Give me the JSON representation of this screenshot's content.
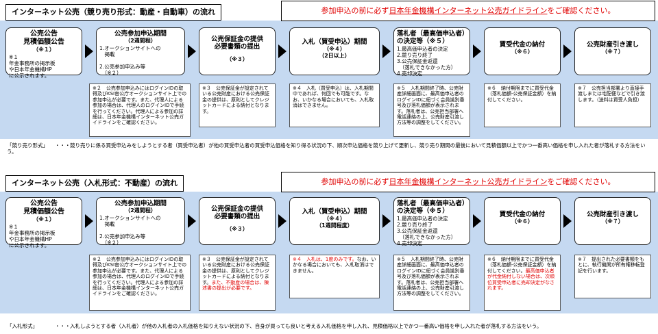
{
  "guide_text": "参加申込の前に必ず",
  "guide_link": "日本年金機構インターネット公売ガイドライン",
  "guide_tail": "をご確認ください。",
  "section1": {
    "title": "インターネット公売（競り売り形式：動産・自動車）の流れ",
    "steps": [
      {
        "title": "公売公告\n見積価額公告",
        "sub": "（※１）",
        "body": "※１\n年金事務所の掲示板\nや日本年金機構HP\nに公示されます。"
      },
      {
        "title": "公売参加申込期間",
        "sub": "（2週間程）",
        "body": "1.オークションサイトへの\n　掲載\n\n2.公売参加申込み等\n　（※２）"
      },
      {
        "title": "公売保証金の提供\n必要書類の提出",
        "sub": "（※３）",
        "body": ""
      },
      {
        "title": "入札（買受申込）期間",
        "sub": "（※４）",
        "body": "（2日以上）"
      },
      {
        "title": "落札者（最高価申込者）の決定等（※５）",
        "sub": "",
        "body": "1.最高価申込者の決定\n2.競り売り終了\n3.公売保証金返還\n　（落札できなかった方）\n4.売却決定"
      },
      {
        "title": "買受代金の納付",
        "sub": "（※６）",
        "body": ""
      },
      {
        "title": "公売財産引き渡し",
        "sub": "（※７）",
        "body": ""
      }
    ],
    "notes": [
      "※２　公売参加申込みにはログインIDの取得及びKSI官公庁オークションサイト上での参加申込が必要です。また、代理人による参加の場合は、代理人のログインIDで手続を行ってください。代理人による参加の詳細は、日本年金機構インターネット公売ガイドラインをご確認ください。",
      "※３　公売保証金が設定されている公売財産における公売保証金の提供は、原則としてクレジットカードによる納付となります。",
      "※４　入札（買受申込）は、入札期間中であれば、何回でも可能です。なお、いかなる場合においても、入札取消はできません。",
      "※５　入札期間終了時、公売財産詳細画面に、最高価申込者のログインIDに紐づく会員識別番号及び落札価額が表示されます。落札者は、公売担当部署へ電話連絡の上、公売財産引渡し方法等の調整をしてください。",
      "※６　納付期限までに買受代金（落札価額-公売保証金額）を納付してください。",
      "※７　公売担当部署より直接手渡しまたは宅配便などで引き渡します。（送料は買受人負担）"
    ],
    "footer_label": "「競り売り形式」",
    "footer_dots": "・・・",
    "footer_text": "競り売りに係る買受申込みをしようとする者（買受申込者）が他の買受申込者の買受申込価格を知り得る状況の下、順次申込価格を競り上げて更新し、競り売り期間の最後において見積価額以上でかつ一番高い価格を申し入れた者が落札する方法をいう。"
  },
  "section2": {
    "title": "インターネット公売（入札形式：不動産）の流れ",
    "steps": [
      {
        "title": "公売公告\n見積価額公告",
        "sub": "（※１）",
        "body": "※１\n年金事務所の掲示板\nや日本年金機構HP\nに公示されます。"
      },
      {
        "title": "公売参加申込期間",
        "sub": "（2週間程）",
        "body": "1.オークションサイトへの\n　掲載\n\n2.公売参加申込み等\n　（※２）"
      },
      {
        "title": "公売保証金の提供\n必要書類の提出",
        "sub": "（※３）",
        "body": ""
      },
      {
        "title": "入札（買受申込）期間",
        "sub": "（※４）",
        "body": "（1週間程度）"
      },
      {
        "title": "落札者（最高価申込者）の決定等（※５）",
        "sub": "",
        "body": "1.最高価申込者の決定\n2.競り売り終了\n3.公売保証金返還\n　（落札できなかった方）\n4.売却決定"
      },
      {
        "title": "買受代金の納付",
        "sub": "（※６）",
        "body": ""
      },
      {
        "title": "公売財産引き渡し",
        "sub": "（※７）",
        "body": ""
      }
    ],
    "notes": [
      "※２　公売参加申込みにはログインIDの取得及びKSI官公庁オークションサイト上での参加申込が必要です。また、代理人による参加の場合は、代理人のログインIDで手続を行ってください。代理人による参加の詳細は、日本年金機構インターネット公売ガイドラインをご確認ください。",
      "※３　公売保証金が設定されている公売財産における公売保証金の提供は、原則としてクレジットカードによる納付となります。",
      "※４　",
      "※５　入札期間終了時、公売財産詳細画面に、最高価申込者のログインIDに紐づく会員識別番号及び落札価額が表示されます。落札者は、公売担当部署へ電話連絡の上、公売財産引渡し方法等の調整をしてください。",
      "※６　納付期限までに買受代金（落札価額-公売保証金額）を納付してください。",
      "※７　提出された必要書類をもとに、執行機関が所有権移転登記を行います。"
    ],
    "note3_red": "また、不動産の場合は、陳述書の提出が必要です。",
    "note4_red": "入札は、1度のみです。",
    "note4_rest": "なお、いかなる場合においても、入札取消はできません。",
    "note6_red": "最高価申込者が代金納付しない場合は、次順位買受申込者に売却決定がなされます。",
    "footer_label": "「入札形式」",
    "footer_dots": "・・・",
    "footer_text": "入札しようとする者（入札者）が他の入札者の入札価格を知りえない状況の下、自身が買っても良いと考える入札価格を申し入れ、見積価格以上でかつ一番高い価格を申し入れた者が落札する方法をいう。"
  }
}
